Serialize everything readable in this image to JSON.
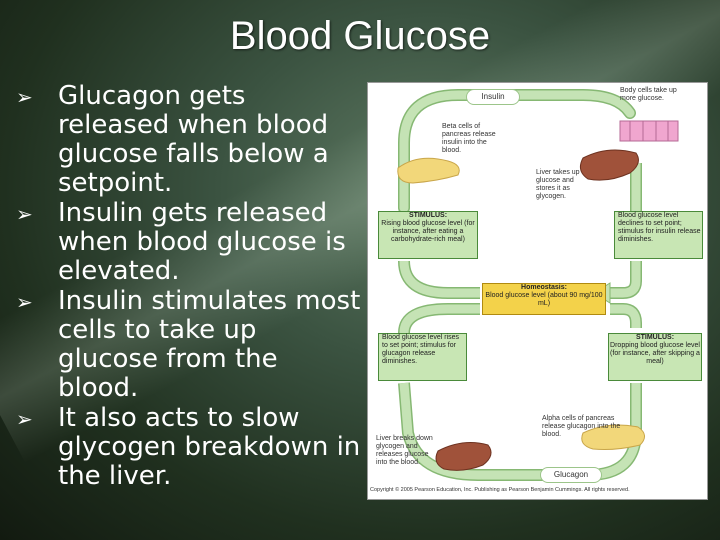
{
  "slide": {
    "title": "Blood Glucose",
    "bullets": [
      "Glucagon gets released when blood glucose falls below a setpoint.",
      "Insulin gets released when blood glucose is elevated.",
      "Insulin stimulates most cells to take up glucose from the blood.",
      "It also acts to slow glycogen breakdown in the liver."
    ],
    "bullet_icon": "arrow-bullet-icon"
  },
  "figure": {
    "insulin_label": "Insulin",
    "glucagon_label": "Glucagon",
    "body_cells": "Body cells take up more glucose.",
    "beta_cells": "Beta cells of pancreas release insulin into the blood.",
    "liver_takes_up": "Liver takes up glucose and stores it as glycogen.",
    "stimulus_top_head": "STIMULUS:",
    "stimulus_top_body": "Rising blood glucose level (for instance, after eating a carbohydrate-rich meal)",
    "declines": "Blood glucose level declines to set point; stimulus for insulin release diminishes.",
    "homeostasis_head": "Homeostasis:",
    "homeostasis_body": "Blood glucose level (about 90 mg/100 mL)",
    "rises": "Blood glucose level rises to set point; stimulus for glucagon release diminishes.",
    "stimulus_bottom_head": "STIMULUS:",
    "stimulus_bottom_body": "Dropping blood glucose level (for instance, after skipping a meal)",
    "alpha_cells": "Alpha cells of pancreas release glucagon into the blood.",
    "liver_breaks_down": "Liver breaks down glycogen and releases glucose into the blood.",
    "copyright": "Copyright © 2005 Pearson Education, Inc. Publishing as Pearson Benjamin Cummings. All rights reserved.",
    "colors": {
      "arrow": "#c5e3b5",
      "arrow_edge": "#86b873",
      "stimulus_box": "#c8e6b4",
      "homeostasis_box": "#f3d24a",
      "pancreas": "#f2d77a",
      "liver": "#a0523a",
      "cells": "#f0a6cf"
    }
  }
}
